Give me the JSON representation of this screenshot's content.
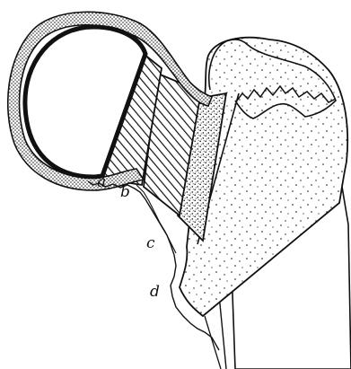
{
  "figure": {
    "labels": {
      "a": "a",
      "b": "b",
      "c": "c",
      "d": "d"
    },
    "colors": {
      "ink": "#111111",
      "paper": "#ffffff"
    }
  }
}
